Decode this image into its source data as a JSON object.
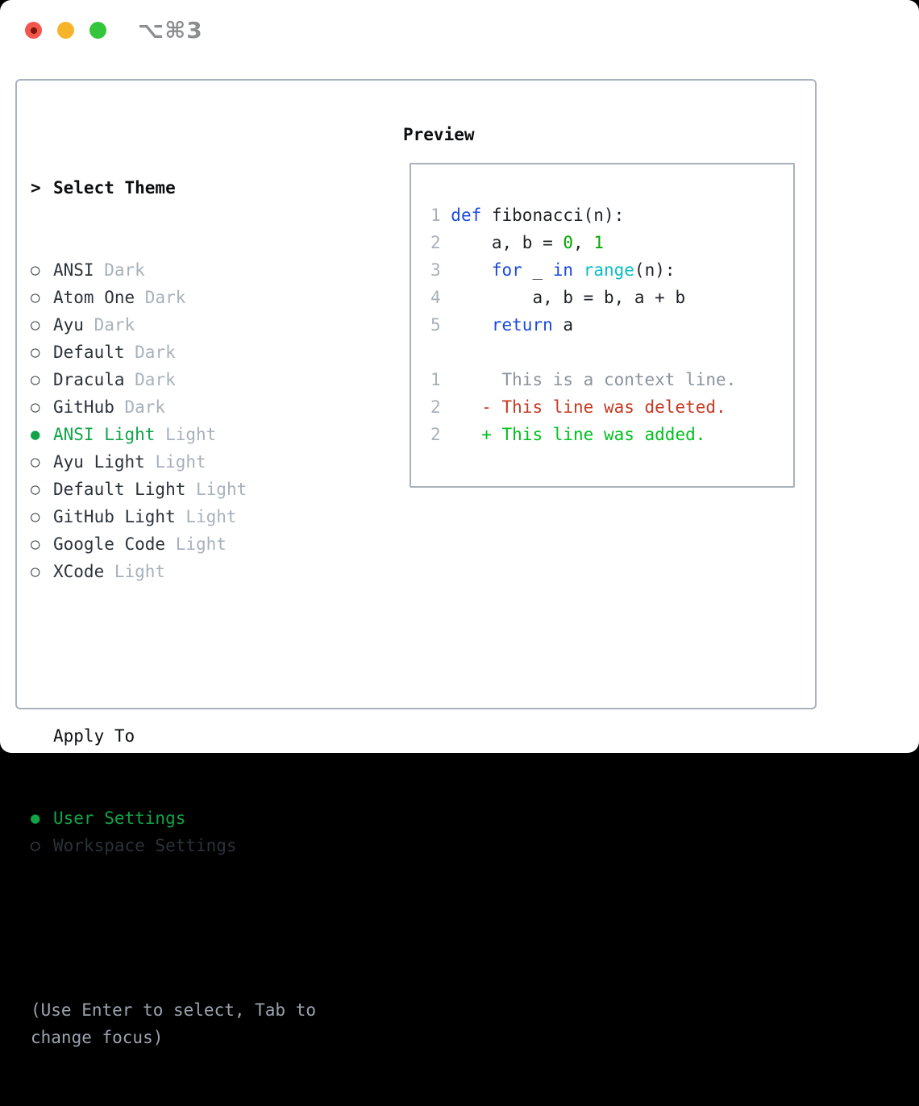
{
  "window": {
    "title_shortcut": "⌥⌘3",
    "traffic_lights": [
      "close",
      "minimize",
      "zoom"
    ]
  },
  "theme_picker": {
    "header": {
      "marker": ">",
      "label": "Select Theme"
    },
    "radio_glyphs": {
      "unselected": "○",
      "selected": "●"
    },
    "themes": [
      {
        "name": "ANSI",
        "variant": "Dark",
        "selected": false
      },
      {
        "name": "Atom One",
        "variant": "Dark",
        "selected": false
      },
      {
        "name": "Ayu",
        "variant": "Dark",
        "selected": false
      },
      {
        "name": "Default",
        "variant": "Dark",
        "selected": false
      },
      {
        "name": "Dracula",
        "variant": "Dark",
        "selected": false
      },
      {
        "name": "GitHub",
        "variant": "Dark",
        "selected": false
      },
      {
        "name": "ANSI Light",
        "variant": "Light",
        "selected": true
      },
      {
        "name": "Ayu Light",
        "variant": "Light",
        "selected": false
      },
      {
        "name": "Default Light",
        "variant": "Light",
        "selected": false
      },
      {
        "name": "GitHub Light",
        "variant": "Light",
        "selected": false
      },
      {
        "name": "Google Code",
        "variant": "Light",
        "selected": false
      },
      {
        "name": "XCode",
        "variant": "Light",
        "selected": false
      }
    ],
    "apply_to": {
      "label": "Apply To",
      "options": [
        {
          "name": "User Settings",
          "selected": true
        },
        {
          "name": "Workspace Settings",
          "selected": false
        }
      ]
    },
    "hint_lines": [
      "(Use Enter to select, Tab to",
      "change focus)"
    ]
  },
  "preview": {
    "label": "Preview",
    "code_lines": [
      {
        "num": "1",
        "tokens": [
          {
            "text": "def",
            "cls": "kw"
          },
          {
            "text": " fibonacci(n):",
            "cls": "fg"
          }
        ]
      },
      {
        "num": "2",
        "tokens": [
          {
            "text": "    a, b = ",
            "cls": "fg"
          },
          {
            "text": "0",
            "cls": "num"
          },
          {
            "text": ", ",
            "cls": "fg"
          },
          {
            "text": "1",
            "cls": "num"
          }
        ]
      },
      {
        "num": "3",
        "tokens": [
          {
            "text": "    ",
            "cls": "fg"
          },
          {
            "text": "for",
            "cls": "kw"
          },
          {
            "text": " _ ",
            "cls": "fg"
          },
          {
            "text": "in",
            "cls": "kw"
          },
          {
            "text": " ",
            "cls": "fg"
          },
          {
            "text": "range",
            "cls": "fn"
          },
          {
            "text": "(n):",
            "cls": "fg"
          }
        ]
      },
      {
        "num": "4",
        "tokens": [
          {
            "text": "        a, b = b, a + b",
            "cls": "fg"
          }
        ]
      },
      {
        "num": "5",
        "tokens": [
          {
            "text": "    ",
            "cls": "fg"
          },
          {
            "text": "return",
            "cls": "kw"
          },
          {
            "text": " a",
            "cls": "fg"
          }
        ]
      }
    ],
    "diff_lines": [
      {
        "num": "1",
        "tokens": [
          {
            "text": "     This is a context line.",
            "cls": "ctx"
          }
        ]
      },
      {
        "num": "2",
        "tokens": [
          {
            "text": "   - This line was deleted.",
            "cls": "del"
          }
        ]
      },
      {
        "num": "2",
        "tokens": [
          {
            "text": "   + This line was added.",
            "cls": "add"
          }
        ]
      }
    ]
  },
  "colors": {
    "accent_green": "#10a447",
    "keyword_blue": "#1a49dd",
    "function_cyan": "#0abec6",
    "number_green": "#00a800",
    "added_green": "#00c01e",
    "deleted_red": "#c53a22",
    "muted_gray": "#a7b1bb",
    "hint_gray": "#9aa4af",
    "text_dark": "#2b323a",
    "heading_black": "#0b0d0f",
    "border_gray": "#a9b2bc",
    "traffic_red": "#f4564d",
    "traffic_yellow": "#f6b42c",
    "traffic_green": "#33c63d"
  }
}
